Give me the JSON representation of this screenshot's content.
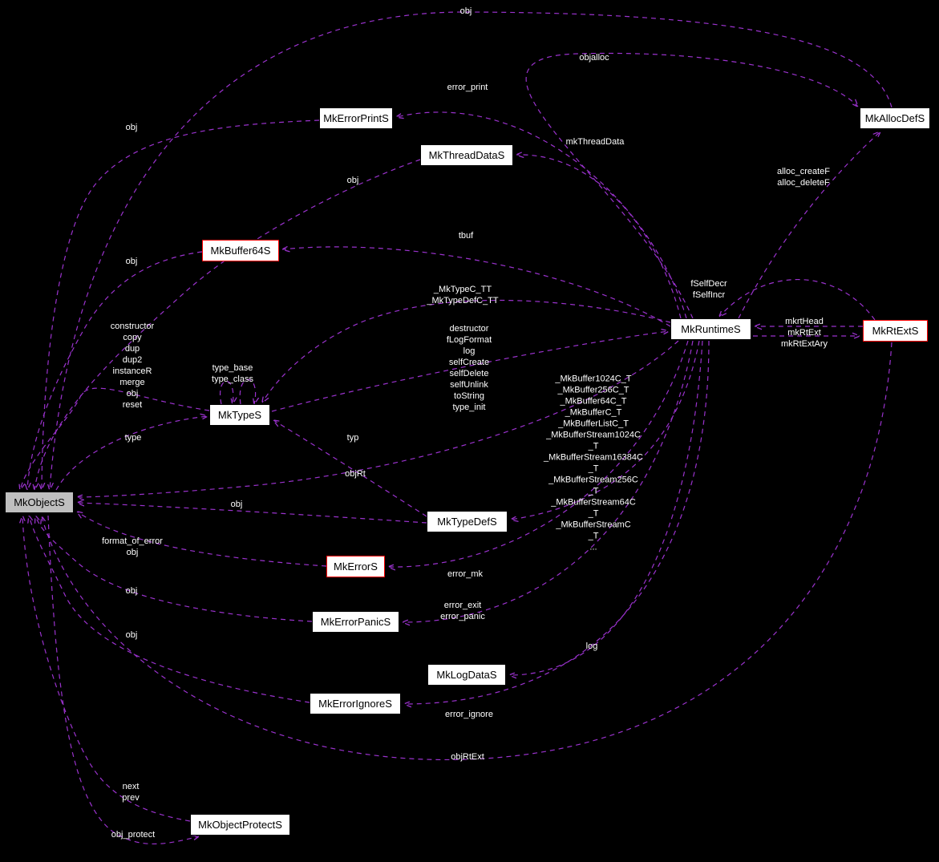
{
  "diagram": {
    "colors": {
      "background": "#000000",
      "edge": "#9a32cd",
      "node_fill": "#ffffff",
      "node_text": "#000000",
      "red_border": "#ff0000",
      "current_node_fill": "#bfbfbf",
      "edge_label_text": "#ffffff"
    },
    "nodes": {
      "errorprint": {
        "label": "MkErrorPrintS"
      },
      "threaddata": {
        "label": "MkThreadDataS"
      },
      "allocdef": {
        "label": "MkAllocDefS"
      },
      "buffer64": {
        "label": "MkBuffer64S"
      },
      "runtime": {
        "label": "MkRuntimeS"
      },
      "rtext": {
        "label": "MkRtExtS"
      },
      "type": {
        "label": "MkTypeS"
      },
      "object": {
        "label": "MkObjectS"
      },
      "typedef": {
        "label": "MkTypeDefS"
      },
      "error": {
        "label": "MkErrorS"
      },
      "errorpanic": {
        "label": "MkErrorPanicS"
      },
      "logdata": {
        "label": "MkLogDataS"
      },
      "errorignore": {
        "label": "MkErrorIgnoreS"
      },
      "objectprotect": {
        "label": "MkObjectProtectS"
      }
    },
    "edge_labels": {
      "obj_top": "obj",
      "objalloc": "objalloc",
      "error_print": "error_print",
      "obj_errorprint": "obj",
      "mkthreaddata": "mkThreadData",
      "alloc_create": "alloc_createF\nalloc_deleteF",
      "obj_threaddata": "obj",
      "tbuf": "tbuf",
      "obj_buffer": "obj",
      "fself": "fSelfDecr\nfSelfIncr",
      "mktypec": "_MkTypeC_TT\n_MkTypeDefC_TT",
      "mkrthead": "mkrtHead\nmkRtExt\nmkRtExtAry",
      "constructor_block": "constructor\ncopy\ndup\ndup2\ninstanceR\nmerge\nobj\nreset",
      "destructor_block": "destructor\nfLogFormat\nlog\nselfCreate\nselfDelete\nselfUnlink\ntoString\ntype_init",
      "type_base": "type_base\ntype_class",
      "buffer_types": "_MkBuffer1024C_T\n_MkBuffer256C_T\n_MkBuffer64C_T\n_MkBufferC_T\n_MkBufferListC_T\n_MkBufferStream1024C\n_T\n_MkBufferStream16384C\n_T\n_MkBufferStream256C\n_T\n_MkBufferStream64C\n_T\n_MkBufferStreamC\n_T\n...",
      "type": "type",
      "typ": "typ",
      "objrt": "objRt",
      "obj_typedef": "obj",
      "format_of_error": "format_of_error\nobj",
      "error_mk": "error_mk",
      "obj_errorpanic": "obj",
      "error_exit": "error_exit\nerror_panic",
      "obj_errorignore": "obj",
      "log": "log",
      "error_ignore": "error_ignore",
      "objrtext": "objRtExt",
      "next_prev": "next\nprev",
      "obj_protect": "obj_protect"
    }
  }
}
